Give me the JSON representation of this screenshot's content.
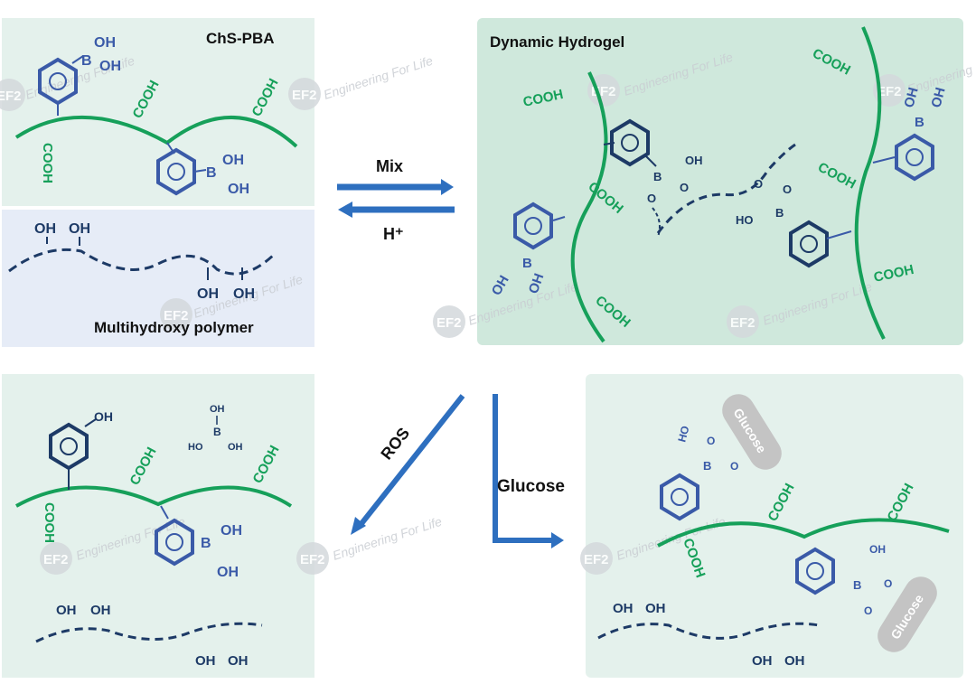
{
  "panels": {
    "chs_pba": {
      "title": "ChS-PBA"
    },
    "multihydroxy": {
      "title": "Multihydroxy polymer"
    },
    "hydrogel": {
      "title": "Dynamic Hydrogel"
    }
  },
  "arrows": {
    "mix": "Mix",
    "acid": "H⁺",
    "ros": "ROS",
    "glucose": "Glucose"
  },
  "chem": {
    "cooh": "COOH",
    "oh": "OH",
    "ho": "HO",
    "b": "B",
    "o": "O",
    "glucose": "Glucose"
  },
  "watermark": {
    "logo": "EF2",
    "text": "Engineering For Life"
  },
  "colors": {
    "panel_light": "#e4f1ec",
    "panel_blue": "#e6ecf7",
    "panel_hydrogel": "#cfe8dc",
    "chain_green": "#16a05a",
    "phenyl_blue": "#3a5aa8",
    "polymer_navy": "#1d3a66",
    "arrow_blue": "#2e6fbf",
    "glucose_grey": "#c4c4c4"
  }
}
